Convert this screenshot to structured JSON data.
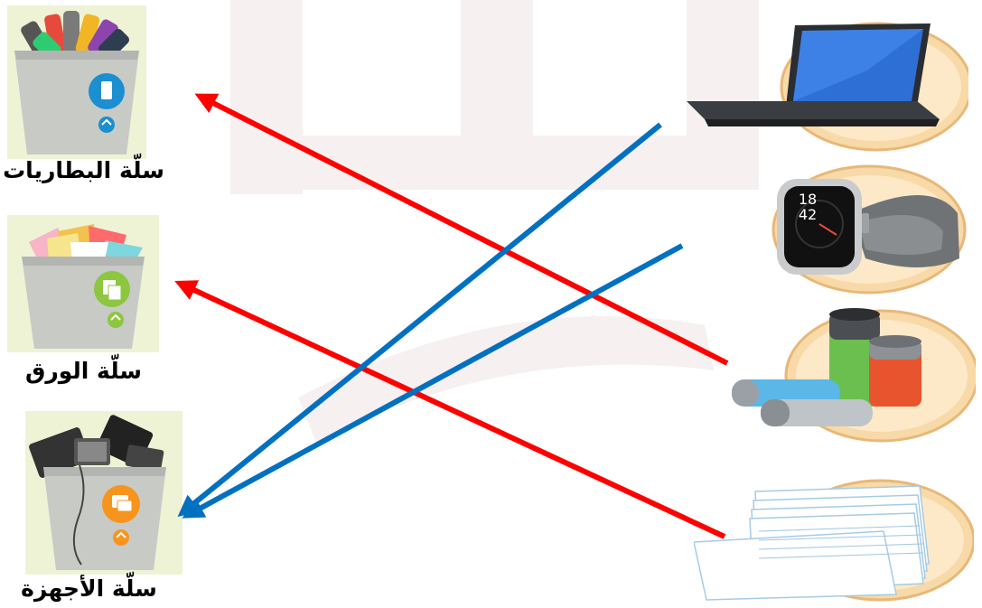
{
  "bins": [
    {
      "id": "batteries",
      "label": "سلّة البطاريات",
      "icon": "battery-bin-icon",
      "badge_color": "#1b8fd0"
    },
    {
      "id": "paper",
      "label": "سلّة الورق",
      "icon": "paper-bin-icon",
      "badge_color": "#8dc63f"
    },
    {
      "id": "devices",
      "label": "سلّة الأجهزة",
      "icon": "devices-bin-icon",
      "badge_color": "#f7941d"
    }
  ],
  "items": [
    {
      "id": "laptop",
      "icon": "laptop-icon"
    },
    {
      "id": "smartwatch",
      "icon": "smartwatch-icon",
      "display_time": [
        "18",
        "42"
      ]
    },
    {
      "id": "batteries",
      "icon": "batteries-icon"
    },
    {
      "id": "paper-stack",
      "icon": "paper-stack-icon"
    }
  ],
  "connections": [
    {
      "from": "laptop",
      "to": "devices",
      "color": "#0070c0"
    },
    {
      "from": "smartwatch",
      "to": "devices",
      "color": "#0070c0"
    },
    {
      "from": "batteries",
      "to": "batteries",
      "color": "#ff0000"
    },
    {
      "from": "paper-stack",
      "to": "paper",
      "color": "#ff0000"
    }
  ],
  "colors": {
    "bin_background": "#eef3d6",
    "plate": "#f8d9a8",
    "plate_rim": "#e8b878"
  }
}
